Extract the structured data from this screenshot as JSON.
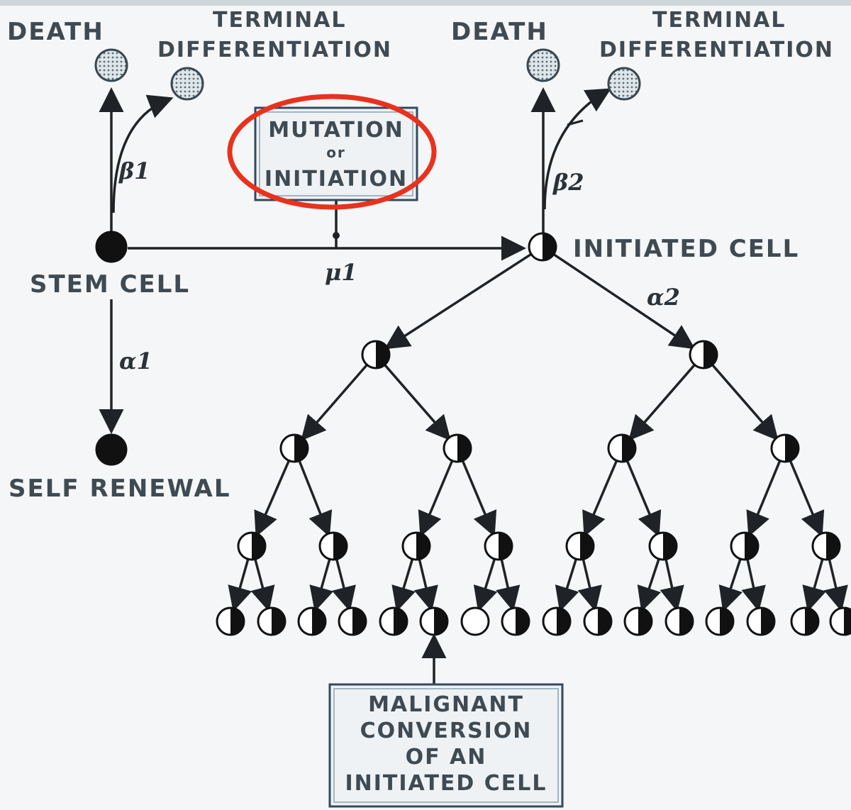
{
  "labels": {
    "death_left": "DEATH",
    "terminal_left": "TERMINAL",
    "differentiation_left": "DIFFERENTIATION",
    "death_right": "DEATH",
    "terminal_right": "TERMINAL",
    "differentiation_right": "DIFFERENTIATION",
    "beta1": "β1",
    "beta2": "β2",
    "alpha1": "α1",
    "alpha2": "α2",
    "mu1": "μ1",
    "stem_cell": "STEM CELL",
    "self_renewal": "SELF RENEWAL",
    "initiated_cell": "INITIATED CELL",
    "mutation_box": [
      "MUTATION",
      "or",
      "INITIATION"
    ],
    "malignant_box": [
      "MALIGNANT",
      "CONVERSION",
      "OF AN",
      "INITIATED CELL"
    ]
  },
  "colors": {
    "highlight": "#e8321e",
    "cell_dark": "#111111",
    "text": "#3f4a52"
  },
  "tree": {
    "malignant_leaf_index": 6
  }
}
